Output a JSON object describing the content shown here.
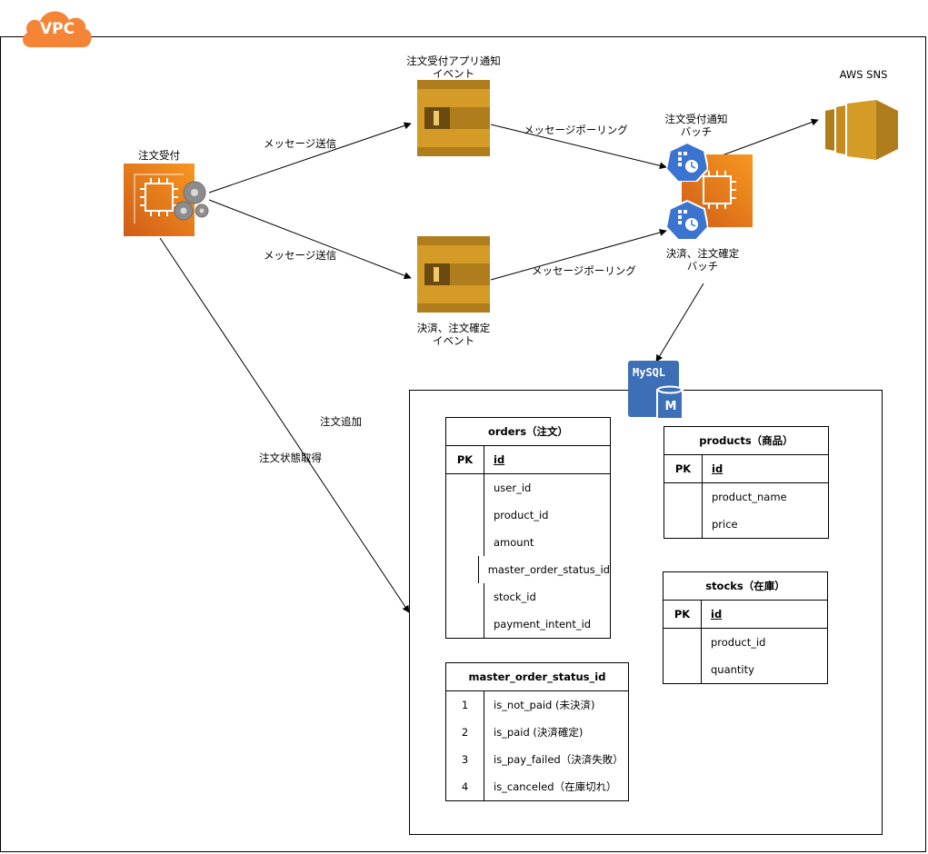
{
  "vpc": {
    "badge": "VPC"
  },
  "nodes": {
    "order_service": "注文受付",
    "queue_app_notify": "注文受付アプリ通知\nイベント",
    "queue_payment": "決済、注文確定\nイベント",
    "batch_notify": "注文受付通知\nバッチ",
    "batch_payment": "決済、注文確定\nバッチ",
    "sns": "AWS SNS",
    "mysql": "MySQL",
    "mysql_m": "M"
  },
  "edges": {
    "send1": "メッセージ送信",
    "send2": "メッセージ送信",
    "poll1": "メッセージポーリング",
    "poll2": "メッセージポーリング",
    "add_order": "注文追加",
    "get_status": "注文状態取得"
  },
  "tables": {
    "orders": {
      "title": "orders（注文）",
      "pk_label": "PK",
      "pk_field": "id",
      "fields": [
        "user_id",
        "product_id",
        "amount",
        "master_order_status_id",
        "stock_id",
        "payment_intent_id"
      ]
    },
    "products": {
      "title": "products（商品）",
      "pk_label": "PK",
      "pk_field": "id",
      "fields": [
        "product_name",
        "price"
      ]
    },
    "stocks": {
      "title": "stocks（在庫）",
      "pk_label": "PK",
      "pk_field": "id",
      "fields": [
        "product_id",
        "quantity"
      ]
    },
    "master": {
      "title": "master_order_status_id",
      "rows": [
        {
          "k": "1",
          "v": "is_not_paid (未決済)"
        },
        {
          "k": "2",
          "v": "is_paid (決済確定)"
        },
        {
          "k": "3",
          "v": "is_pay_failed（決済失敗）"
        },
        {
          "k": "4",
          "v": "is_canceled（在庫切れ）"
        }
      ]
    }
  },
  "colors": {
    "ec2": "#e8761b",
    "sqs": "#d49b26",
    "batch": "#3b73d1",
    "sns": "#d49b26",
    "mysql": "#3d6fb6",
    "vpc": "#f58536"
  }
}
